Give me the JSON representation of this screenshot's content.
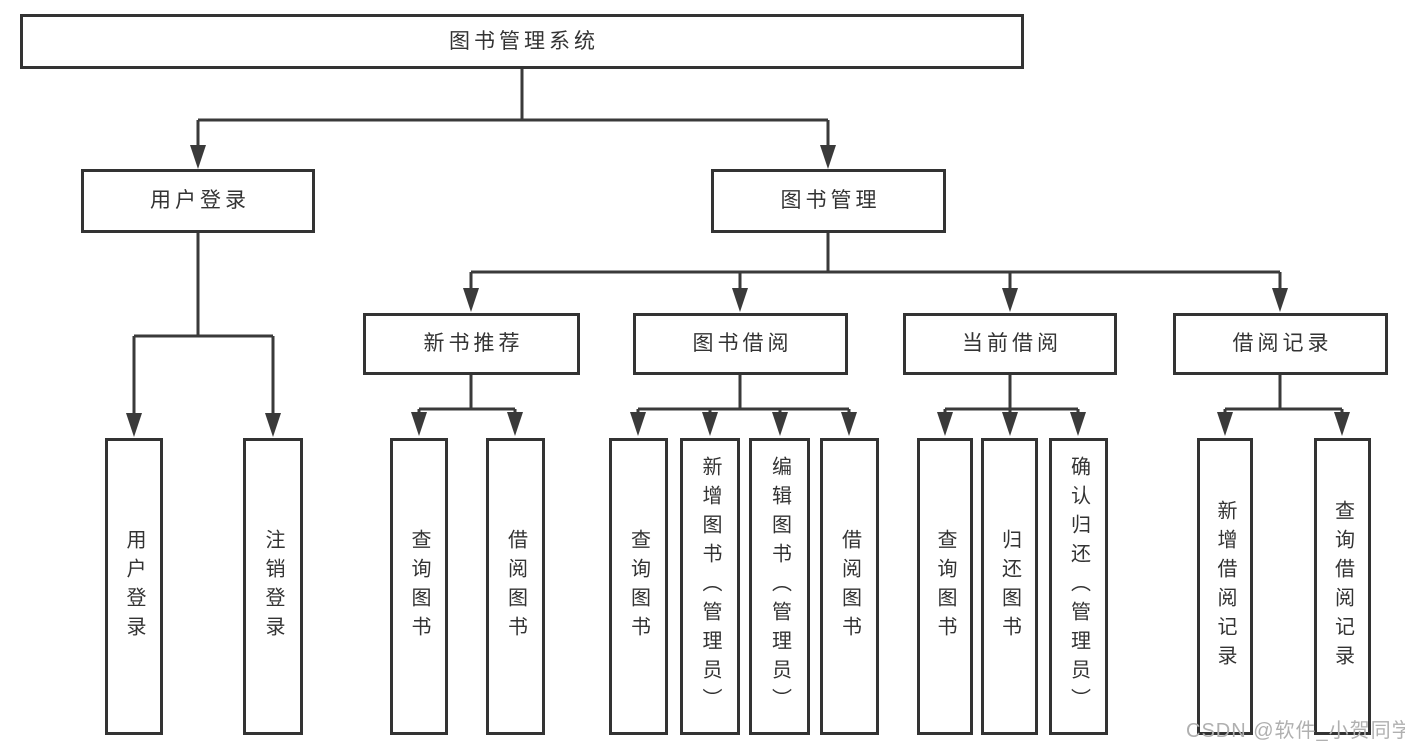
{
  "diagram_type": "hierarchy-tree",
  "tree": {
    "label": "图书管理系统",
    "children": [
      {
        "label": "用户登录",
        "children": [
          {
            "label": "用户登录"
          },
          {
            "label": "注销登录"
          }
        ]
      },
      {
        "label": "图书管理",
        "children": [
          {
            "label": "新书推荐",
            "children": [
              {
                "label": "查询图书"
              },
              {
                "label": "借阅图书"
              }
            ]
          },
          {
            "label": "图书借阅",
            "children": [
              {
                "label": "查询图书"
              },
              {
                "label": "新增图书（管理员）"
              },
              {
                "label": "编辑图书（管理员）"
              },
              {
                "label": "借阅图书"
              }
            ]
          },
          {
            "label": "当前借阅",
            "children": [
              {
                "label": "查询图书"
              },
              {
                "label": "归还图书"
              },
              {
                "label": "确认归还（管理员）"
              }
            ]
          },
          {
            "label": "借阅记录",
            "children": [
              {
                "label": "新增借阅记录"
              },
              {
                "label": "查询借阅记录"
              }
            ]
          }
        ]
      }
    ]
  },
  "watermark": {
    "text": "CSDN @软件_小贺同学"
  },
  "colors": {
    "line": "#3a3a3a",
    "box_border": "#333333",
    "box_fill": "#ffffff",
    "text": "#333333",
    "watermark": "#b0b0b0"
  }
}
